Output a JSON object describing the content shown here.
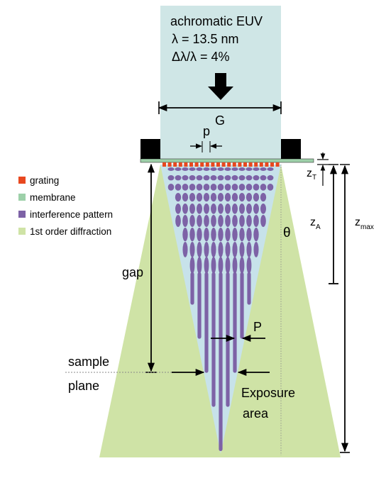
{
  "beam": {
    "line1": "achromatic EUV",
    "line2": "λ = 13.5 nm",
    "line3": "Δλ/λ = 4%",
    "width_label": "G"
  },
  "grating_period_label": "p",
  "legend": [
    {
      "label": "grating",
      "color": "#e8481f"
    },
    {
      "label": "membrane",
      "color": "#9dd0a9"
    },
    {
      "label": "interference pattern",
      "color": "#7d62a6"
    },
    {
      "label": "1st order diffraction",
      "color": "#cfe3a6"
    }
  ],
  "dimensions": {
    "zT": "z",
    "zT_sub": "T",
    "zA": "z",
    "zA_sub": "A",
    "zmax": "z",
    "zmax_sub": "max",
    "theta": "θ",
    "gap": "gap",
    "pattern_period": "P"
  },
  "labels": {
    "sample_line1": "sample",
    "sample_line2": "plane",
    "exposure_line1": "Exposure",
    "exposure_line2": "area"
  },
  "colors": {
    "beam": "#cfe6e6",
    "diffraction": "#cfe3a6",
    "interference_bg": "#c7e2ea",
    "pattern": "#7d62a6",
    "grating": "#e8481f",
    "membrane": "#9dd0a9",
    "frame": "#000000"
  }
}
